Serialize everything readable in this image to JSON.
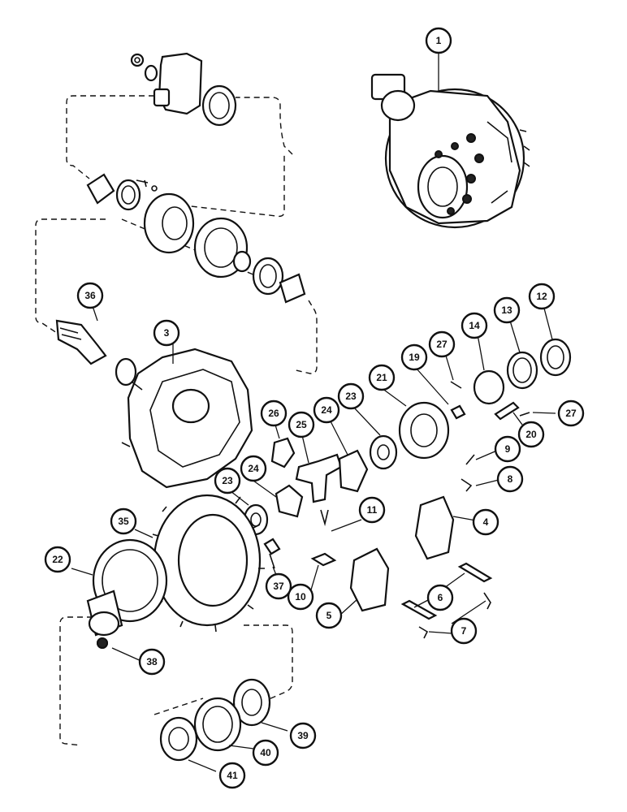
{
  "diagram": {
    "callouts": [
      {
        "id": "c1",
        "label": "1"
      },
      {
        "id": "c3",
        "label": "3"
      },
      {
        "id": "c4",
        "label": "4"
      },
      {
        "id": "c5",
        "label": "5"
      },
      {
        "id": "c6",
        "label": "6"
      },
      {
        "id": "c7",
        "label": "7"
      },
      {
        "id": "c8",
        "label": "8"
      },
      {
        "id": "c9",
        "label": "9"
      },
      {
        "id": "c10",
        "label": "10"
      },
      {
        "id": "c11",
        "label": "11"
      },
      {
        "id": "c12",
        "label": "12"
      },
      {
        "id": "c13",
        "label": "13"
      },
      {
        "id": "c14",
        "label": "14"
      },
      {
        "id": "c19",
        "label": "19"
      },
      {
        "id": "c20",
        "label": "20"
      },
      {
        "id": "c21",
        "label": "21"
      },
      {
        "id": "c22",
        "label": "22"
      },
      {
        "id": "c23a",
        "label": "23"
      },
      {
        "id": "c23b",
        "label": "23"
      },
      {
        "id": "c24a",
        "label": "24"
      },
      {
        "id": "c24b",
        "label": "24"
      },
      {
        "id": "c25",
        "label": "25"
      },
      {
        "id": "c26",
        "label": "26"
      },
      {
        "id": "c27a",
        "label": "27"
      },
      {
        "id": "c27b",
        "label": "27"
      },
      {
        "id": "c35",
        "label": "35"
      },
      {
        "id": "c36",
        "label": "36"
      },
      {
        "id": "c37",
        "label": "37"
      },
      {
        "id": "c38",
        "label": "38"
      },
      {
        "id": "c39",
        "label": "39"
      },
      {
        "id": "c40",
        "label": "40"
      },
      {
        "id": "c41",
        "label": "41"
      }
    ]
  }
}
